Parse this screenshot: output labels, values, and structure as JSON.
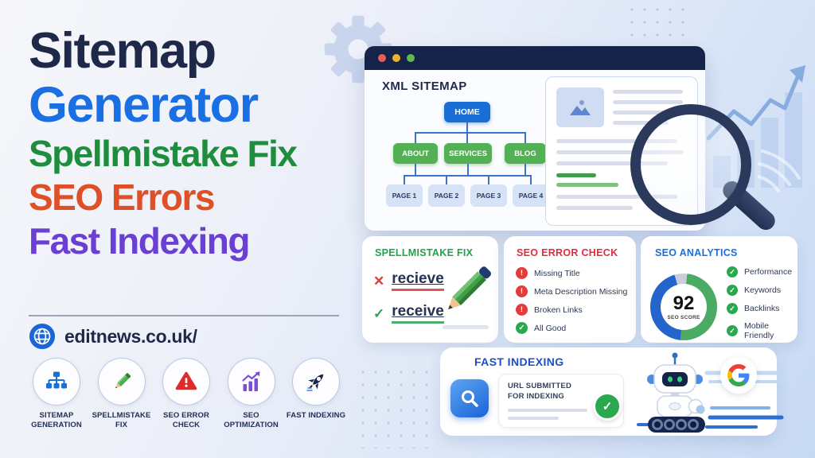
{
  "headline": {
    "line1": "Sitemap",
    "line2": "Generator",
    "line3": "Spellmistake Fix",
    "line4": "SEO Errors",
    "line5": "Fast Indexing"
  },
  "site": {
    "url": "editnews.co.uk/"
  },
  "features": [
    {
      "label": "SITEMAP GENERATION"
    },
    {
      "label": "SPELLMISTAKE FIX"
    },
    {
      "label": "SEO ERROR CHECK"
    },
    {
      "label": "SEO OPTIMIZATION"
    },
    {
      "label": "FAST INDEXING"
    }
  ],
  "browser": {
    "heading": "XML SITEMAP",
    "tree": {
      "root": "HOME",
      "level2": [
        "ABOUT",
        "SERVICES",
        "BLOG"
      ],
      "level3": [
        "PAGE 1",
        "PAGE 2",
        "PAGE 3",
        "PAGE 4"
      ]
    }
  },
  "spellcheck_card": {
    "title": "SPELLMISTAKE FIX",
    "wrong_word": "recieve",
    "right_word": "receive"
  },
  "error_card": {
    "title": "SEO ERROR CHECK",
    "items": [
      {
        "status": "error",
        "label": "Missing Title"
      },
      {
        "status": "error",
        "label": "Meta Description Missing"
      },
      {
        "status": "error",
        "label": "Broken Links"
      },
      {
        "status": "ok",
        "label": "All Good"
      }
    ]
  },
  "analytics_card": {
    "title": "SEO ANALYTICS",
    "score": "92",
    "score_label": "SEO SCORE",
    "items": [
      {
        "label": "Performance"
      },
      {
        "label": "Keywords"
      },
      {
        "label": "Backlinks"
      },
      {
        "label": "Mobile Friendly"
      }
    ]
  },
  "indexing_card": {
    "title": "FAST INDEXING",
    "status_line1": "URL SUBMITTED",
    "status_line2": "FOR INDEXING"
  },
  "marks": {
    "cross": "✕",
    "check": "✓",
    "exclaim": "!"
  },
  "colors": {
    "navy": "#1e2949",
    "blue": "#1a70e2",
    "green": "#1e8e3e",
    "orange": "#df4f28",
    "purple": "#6a3fd4",
    "success": "#2aa84f",
    "error": "#e23c3c",
    "titlebar": "#17244a"
  }
}
